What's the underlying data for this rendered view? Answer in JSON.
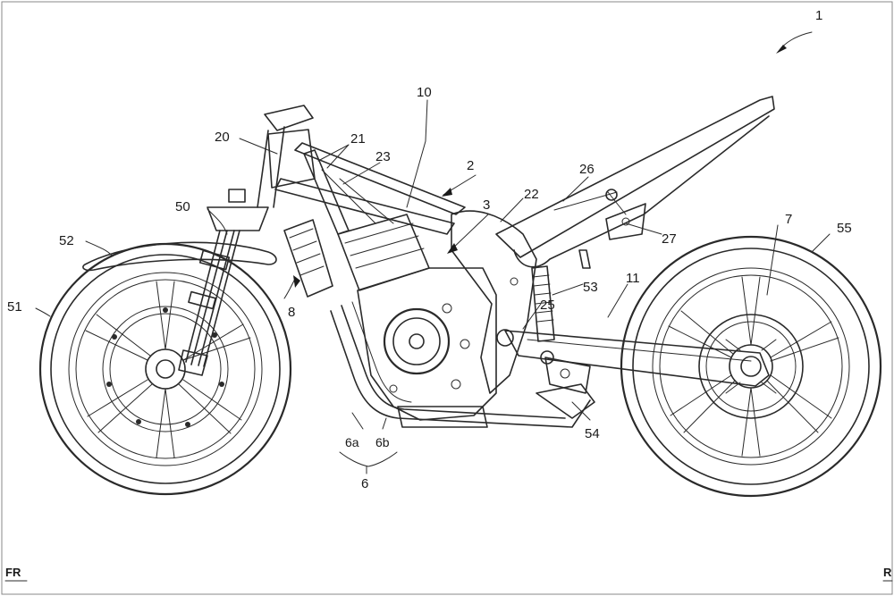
{
  "figure": {
    "ref_main": "1",
    "corner_left": "FR",
    "corner_right": "R",
    "labels": {
      "frame": "2",
      "engine": "3",
      "exhaust": "6",
      "exhaust_a": "6a",
      "exhaust_b": "6b",
      "rear_sprocket": "7",
      "air_cleaner": "8",
      "main_frame": "10",
      "swing_arm": "11",
      "head_pipe": "20",
      "main_tube": "21",
      "pivot_frame": "22",
      "down_tube": "23",
      "cushion": "25",
      "seat_rail": "26",
      "seat_rail_sub": "27",
      "front_fork": "50",
      "front_wheel": "51",
      "front_fender": "52",
      "rear_shock": "53",
      "link": "54",
      "rear_wheel": "55"
    }
  }
}
